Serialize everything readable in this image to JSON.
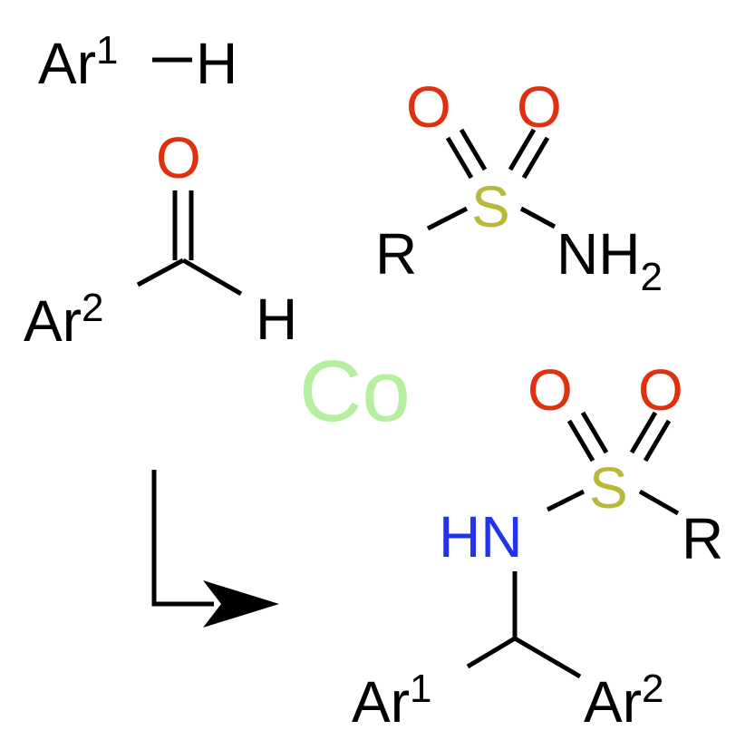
{
  "colors": {
    "ink": "#000000",
    "oxygen": "#e03010",
    "sulfur": "#b8b83a",
    "nitrogen": "#2233ee",
    "catalyst": "#b4f0a0"
  },
  "arene": {
    "ar": "Ar",
    "sup": "1",
    "dash": "–",
    "h": "H"
  },
  "aldehyde": {
    "o": "O",
    "ar": "Ar",
    "sup": "2",
    "h": "H"
  },
  "sulfonamide": {
    "o1": "O",
    "o2": "O",
    "s": "S",
    "r": "R",
    "nh": "NH",
    "sub": "2"
  },
  "catalyst": {
    "label": "Co"
  },
  "product": {
    "o1": "O",
    "o2": "O",
    "s": "S",
    "hn": "HN",
    "r": "R",
    "ar1": "Ar",
    "sup1": "1",
    "ar2": "Ar",
    "sup2": "2"
  }
}
